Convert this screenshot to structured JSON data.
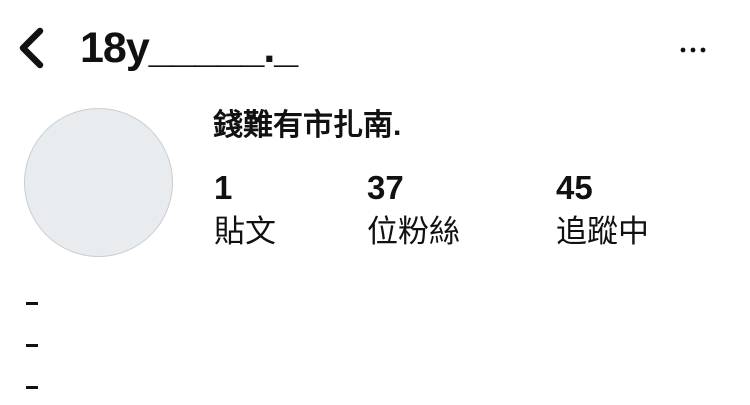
{
  "header": {
    "back_icon": "chevron-left-icon",
    "username": "18y_____._",
    "more_icon": "more-horizontal-icon"
  },
  "profile": {
    "avatar": "default-avatar-placeholder",
    "display_name": "錢難有市扎南.",
    "stats": [
      {
        "count": "1",
        "label": "貼文"
      },
      {
        "count": "37",
        "label": "位粉絲"
      },
      {
        "count": "45",
        "label": "追蹤中"
      }
    ],
    "bio_lines": [
      "-",
      "-",
      "-"
    ]
  },
  "colors": {
    "text": "#111111",
    "background": "#ffffff",
    "avatar_fill": "#e9ecef",
    "avatar_border": "#c9ccd0"
  }
}
